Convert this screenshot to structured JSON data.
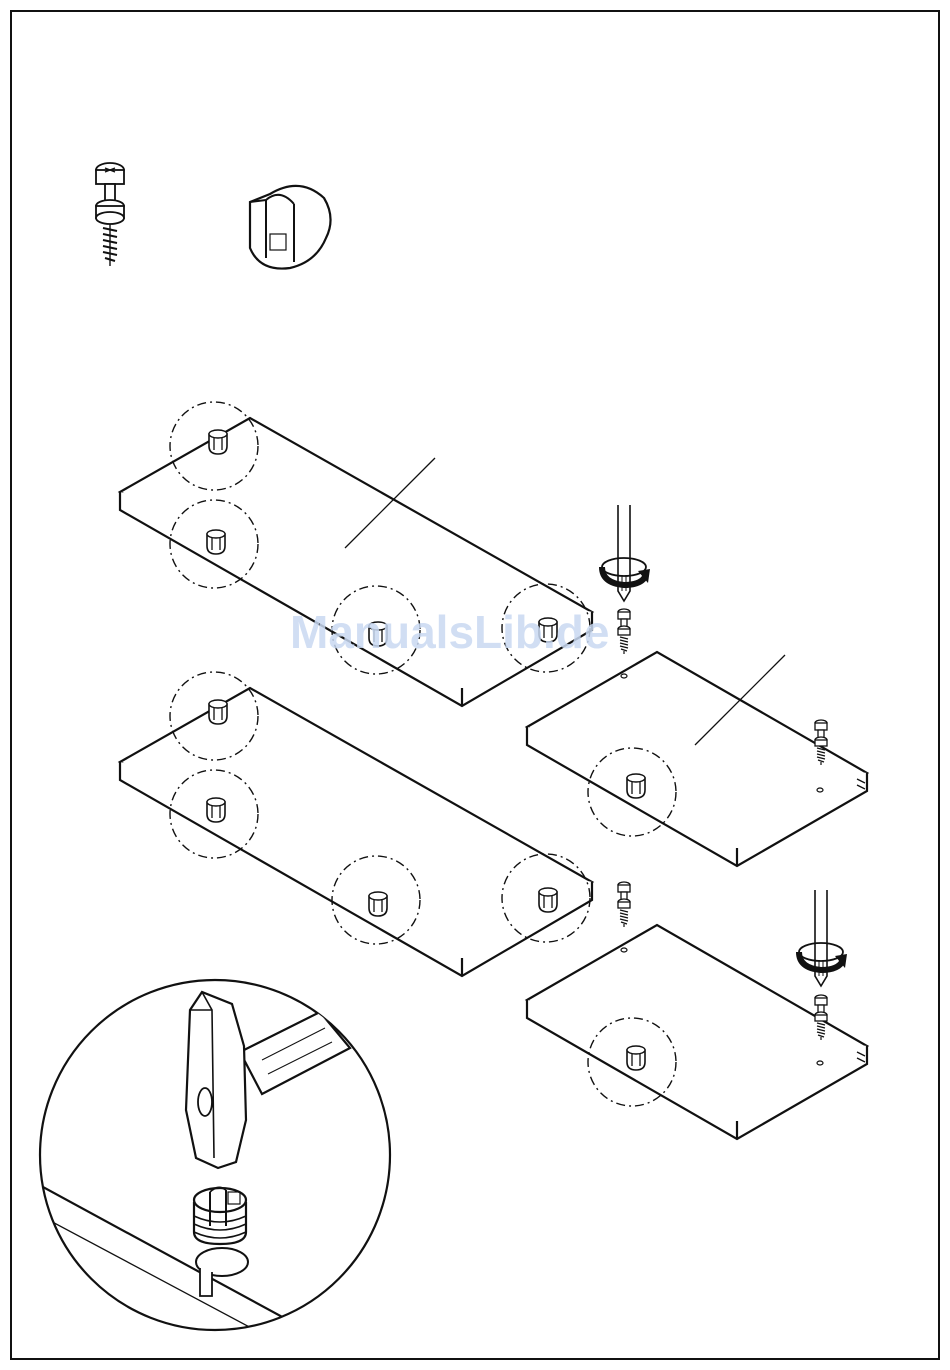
{
  "watermark": {
    "text": "ManualsLib.de",
    "color": "#c9d9f2"
  },
  "colors": {
    "line": "#111111",
    "panel_fill": "#ffffff",
    "background": "#ffffff"
  },
  "parts": [
    {
      "id": "cam-screw",
      "icon": "cam-bolt-screw-icon"
    },
    {
      "id": "cam-lock",
      "icon": "cam-lock-fitting-icon"
    }
  ],
  "icons": [
    "screwdriver-icon",
    "rotation-arrow-icon",
    "hammer-icon",
    "shelf-panel-icon",
    "detail-circle-icon"
  ]
}
